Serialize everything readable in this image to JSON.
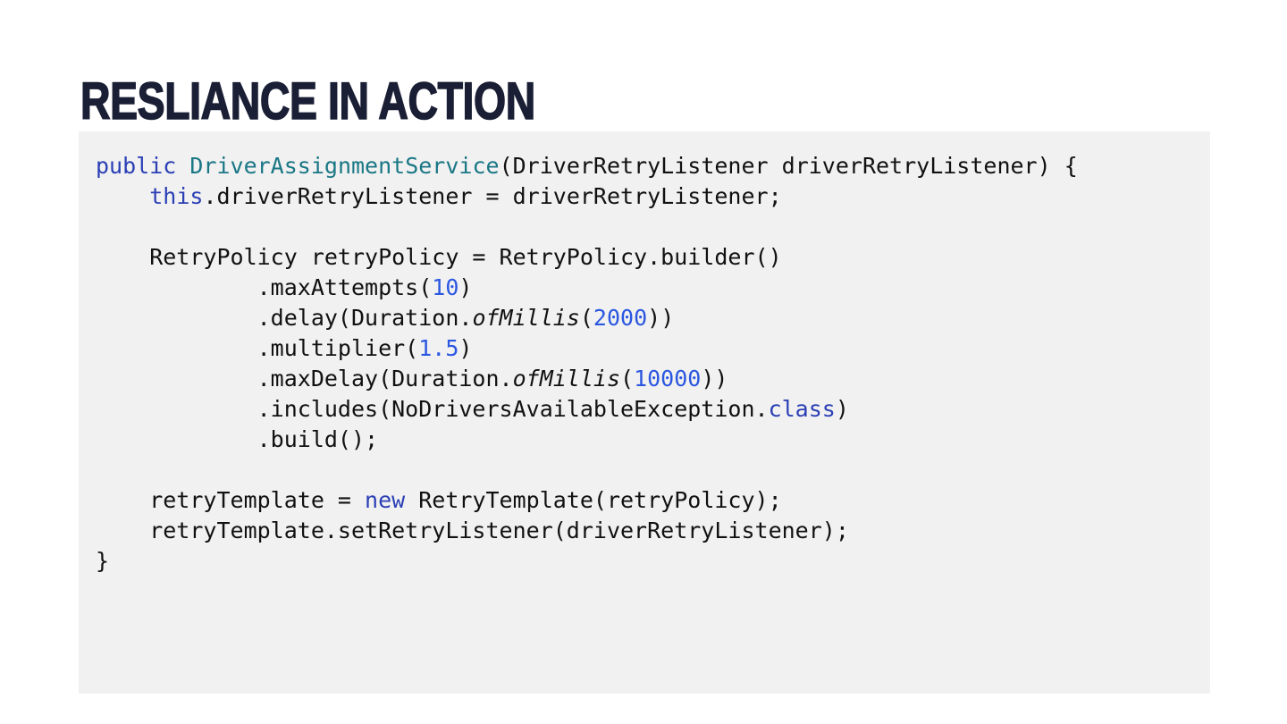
{
  "slide": {
    "title": "RESLIANCE IN ACTION",
    "background_color": "#ffffff",
    "title_color": "#1a1f35"
  },
  "code_panel": {
    "background_color": "#f1f1f1",
    "language": "java",
    "colors": {
      "keyword": "#2b3fb5",
      "type": "#1a7785",
      "number": "#2b57e0",
      "plain": "#111111"
    },
    "lines": [
      [
        {
          "t": "public",
          "k": "kw"
        },
        {
          "t": " ",
          "k": "plain"
        },
        {
          "t": "DriverAssignmentService",
          "k": "type"
        },
        {
          "t": "(DriverRetryListener driverRetryListener) {",
          "k": "plain"
        }
      ],
      [
        {
          "t": "    ",
          "k": "plain"
        },
        {
          "t": "this",
          "k": "kw"
        },
        {
          "t": ".driverRetryListener = driverRetryListener;",
          "k": "plain"
        }
      ],
      [],
      [
        {
          "t": "    RetryPolicy retryPolicy = RetryPolicy.builder()",
          "k": "plain"
        }
      ],
      [
        {
          "t": "            .maxAttempts(",
          "k": "plain"
        },
        {
          "t": "10",
          "k": "num"
        },
        {
          "t": ")",
          "k": "plain"
        }
      ],
      [
        {
          "t": "            .delay(Duration.",
          "k": "plain"
        },
        {
          "t": "ofMillis",
          "k": "ital"
        },
        {
          "t": "(",
          "k": "plain"
        },
        {
          "t": "2000",
          "k": "num"
        },
        {
          "t": "))",
          "k": "plain"
        }
      ],
      [
        {
          "t": "            .multiplier(",
          "k": "plain"
        },
        {
          "t": "1.5",
          "k": "num"
        },
        {
          "t": ")",
          "k": "plain"
        }
      ],
      [
        {
          "t": "            .maxDelay(Duration.",
          "k": "plain"
        },
        {
          "t": "ofMillis",
          "k": "ital"
        },
        {
          "t": "(",
          "k": "plain"
        },
        {
          "t": "10000",
          "k": "num"
        },
        {
          "t": "))",
          "k": "plain"
        }
      ],
      [
        {
          "t": "            .includes(NoDriversAvailableException.",
          "k": "plain"
        },
        {
          "t": "class",
          "k": "kw"
        },
        {
          "t": ")",
          "k": "plain"
        }
      ],
      [
        {
          "t": "            .build();",
          "k": "plain"
        }
      ],
      [],
      [
        {
          "t": "    retryTemplate = ",
          "k": "plain"
        },
        {
          "t": "new",
          "k": "kw"
        },
        {
          "t": " RetryTemplate(retryPolicy);",
          "k": "plain"
        }
      ],
      [
        {
          "t": "    retryTemplate.setRetryListener(driverRetryListener);",
          "k": "plain"
        }
      ],
      [
        {
          "t": "}",
          "k": "plain"
        }
      ]
    ]
  }
}
